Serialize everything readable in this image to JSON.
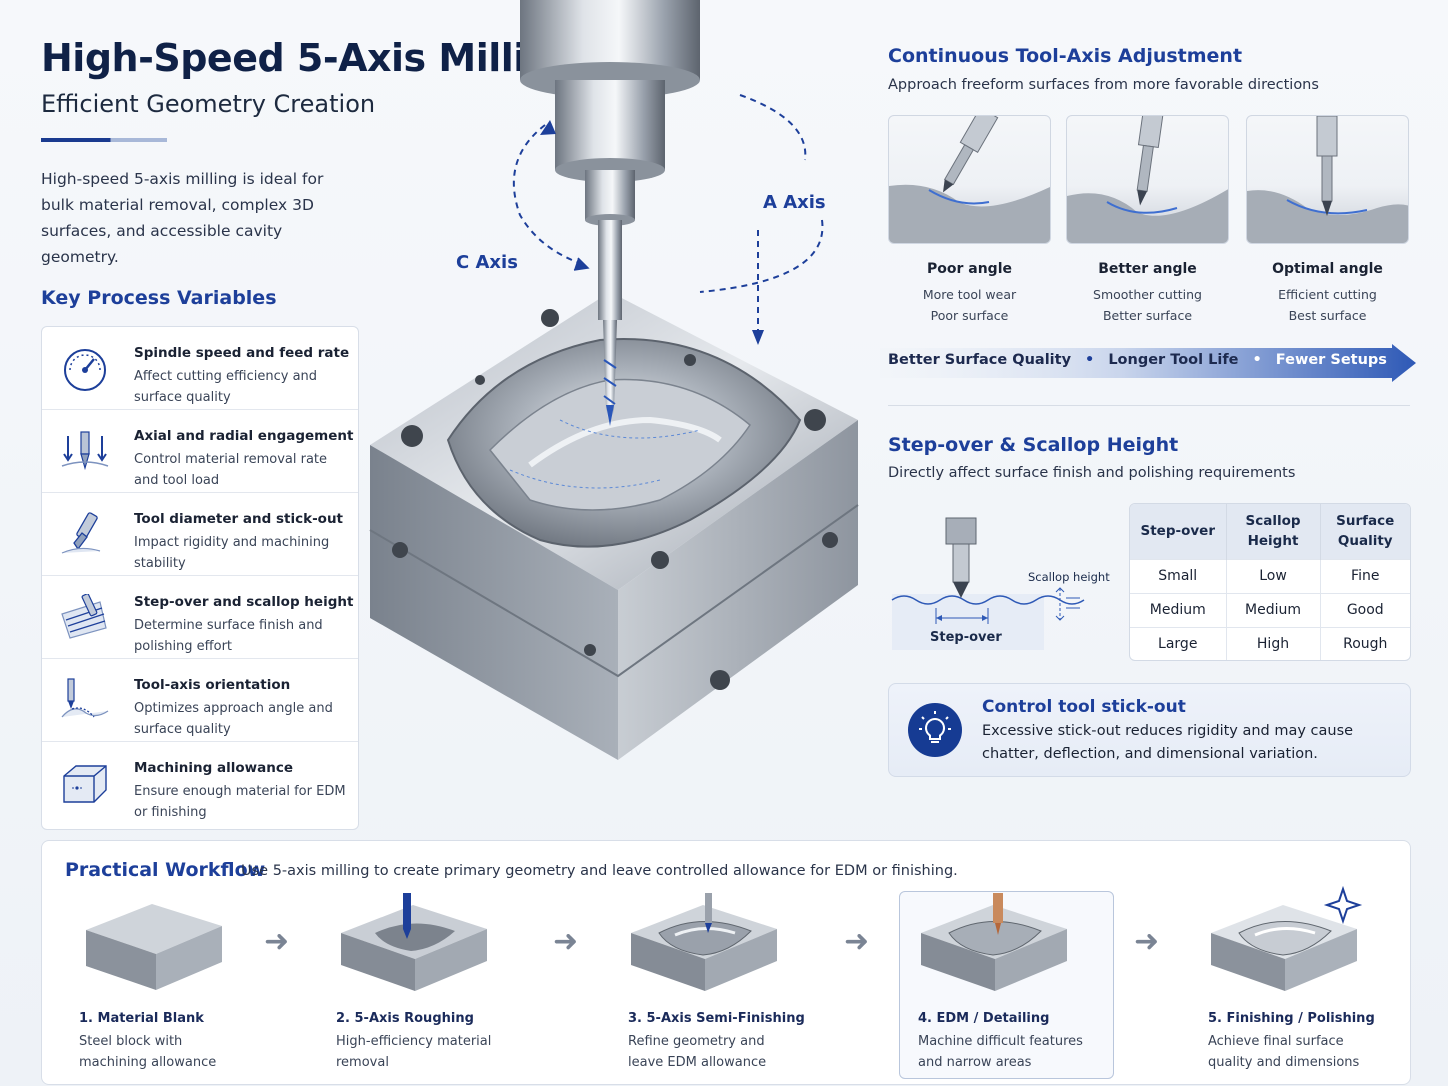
{
  "header": {
    "title": "High-Speed 5-Axis Milling",
    "subtitle": "Efficient Geometry Creation",
    "intro": "High-speed 5-axis milling is ideal for bulk material removal, complex 3D surfaces, and accessible cavity geometry."
  },
  "key_vars": {
    "heading": "Key Process Variables",
    "items": [
      {
        "title": "Spindle speed and feed rate",
        "desc": "Affect cutting efficiency and surface quality",
        "icon": "gauge-icon"
      },
      {
        "title": "Axial and radial engagement",
        "desc": "Control material removal rate and tool load",
        "icon": "engagement-arrows-icon"
      },
      {
        "title": "Tool diameter and stick-out",
        "desc": "Impact rigidity and machining stability",
        "icon": "end-mill-icon"
      },
      {
        "title": "Step-over and scallop height",
        "desc": "Determine surface finish and polishing effort",
        "icon": "stepover-icon"
      },
      {
        "title": "Tool-axis orientation",
        "desc": "Optimizes approach angle and surface quality",
        "icon": "tool-axis-icon"
      },
      {
        "title": "Machining allowance",
        "desc": "Ensure enough material for EDM or finishing",
        "icon": "allowance-box-icon"
      }
    ]
  },
  "axes": {
    "c_axis": "C Axis",
    "a_axis": "A Axis"
  },
  "tool_axis": {
    "heading": "Continuous Tool-Axis Adjustment",
    "sub": "Approach freeform surfaces from more favorable directions",
    "cards": [
      {
        "title": "Poor angle",
        "line1": "More tool wear",
        "line2": "Poor surface"
      },
      {
        "title": "Better angle",
        "line1": "Smoother cutting",
        "line2": "Better surface"
      },
      {
        "title": "Optimal angle",
        "line1": "Efficient cutting",
        "line2": "Best surface"
      }
    ],
    "benefits": [
      "Better Surface Quality",
      "Longer Tool Life",
      "Fewer Setups"
    ]
  },
  "stepover": {
    "heading": "Step-over & Scallop Height",
    "sub": "Directly affect surface finish and polishing requirements",
    "diagram_labels": {
      "scallop": "Scallop height",
      "stepover": "Step-over"
    },
    "table": {
      "headers": [
        "Step-over",
        "Scallop Height",
        "Surface Quality"
      ],
      "rows": [
        [
          "Small",
          "Low",
          "Fine"
        ],
        [
          "Medium",
          "Medium",
          "Good"
        ],
        [
          "Large",
          "High",
          "Rough"
        ]
      ]
    }
  },
  "tip": {
    "title": "Control tool stick-out",
    "text": "Excessive stick-out reduces rigidity and may cause chatter, deflection, and dimensional variation.",
    "icon": "lightbulb-icon"
  },
  "workflow": {
    "heading": "Practical Workflow",
    "sub": "Use 5-axis milling to create primary geometry and leave controlled allowance for EDM or finishing.",
    "steps": [
      {
        "title": "1. Material Blank",
        "desc": "Steel block with machining allowance"
      },
      {
        "title": "2. 5-Axis Roughing",
        "desc": "High-efficiency material removal"
      },
      {
        "title": "3. 5-Axis Semi-Finishing",
        "desc": "Refine geometry and leave EDM allowance"
      },
      {
        "title": "4. EDM / Detailing",
        "desc": "Machine difficult features and narrow areas"
      },
      {
        "title": "5. Finishing / Polishing",
        "desc": "Achieve final surface quality and dimensions"
      }
    ]
  },
  "colors": {
    "accent": "#1d3f9a",
    "navy": "#0f2147",
    "steel": "#9aa3ae"
  }
}
